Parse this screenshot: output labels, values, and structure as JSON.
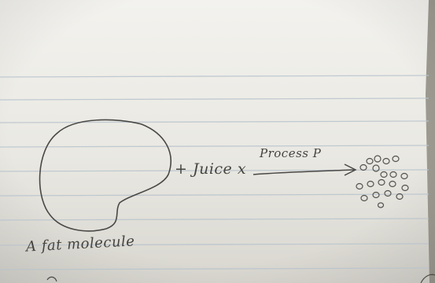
{
  "diagram": {
    "reactant_label": "A fat molecule",
    "plus_juice_label": "+ Juice x",
    "process_label": "Process P",
    "colors": {
      "paper": "#ecebe6",
      "rule_line": "#b8c3cc",
      "ink": "#4a4845"
    }
  }
}
